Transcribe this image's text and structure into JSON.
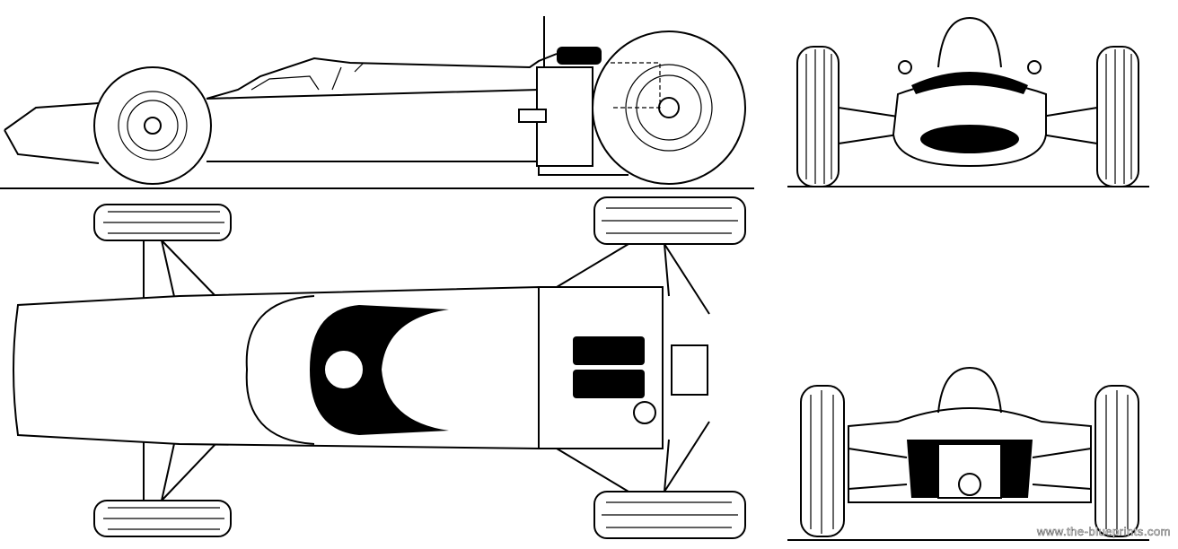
{
  "title": "Formula car blueprint - side, front, top and rear views",
  "views": [
    "side-view",
    "front-view",
    "top-view",
    "rear-view"
  ],
  "watermark": "www.the-blueprints.com",
  "colors": {
    "ink": "#000000",
    "paper": "#ffffff"
  }
}
